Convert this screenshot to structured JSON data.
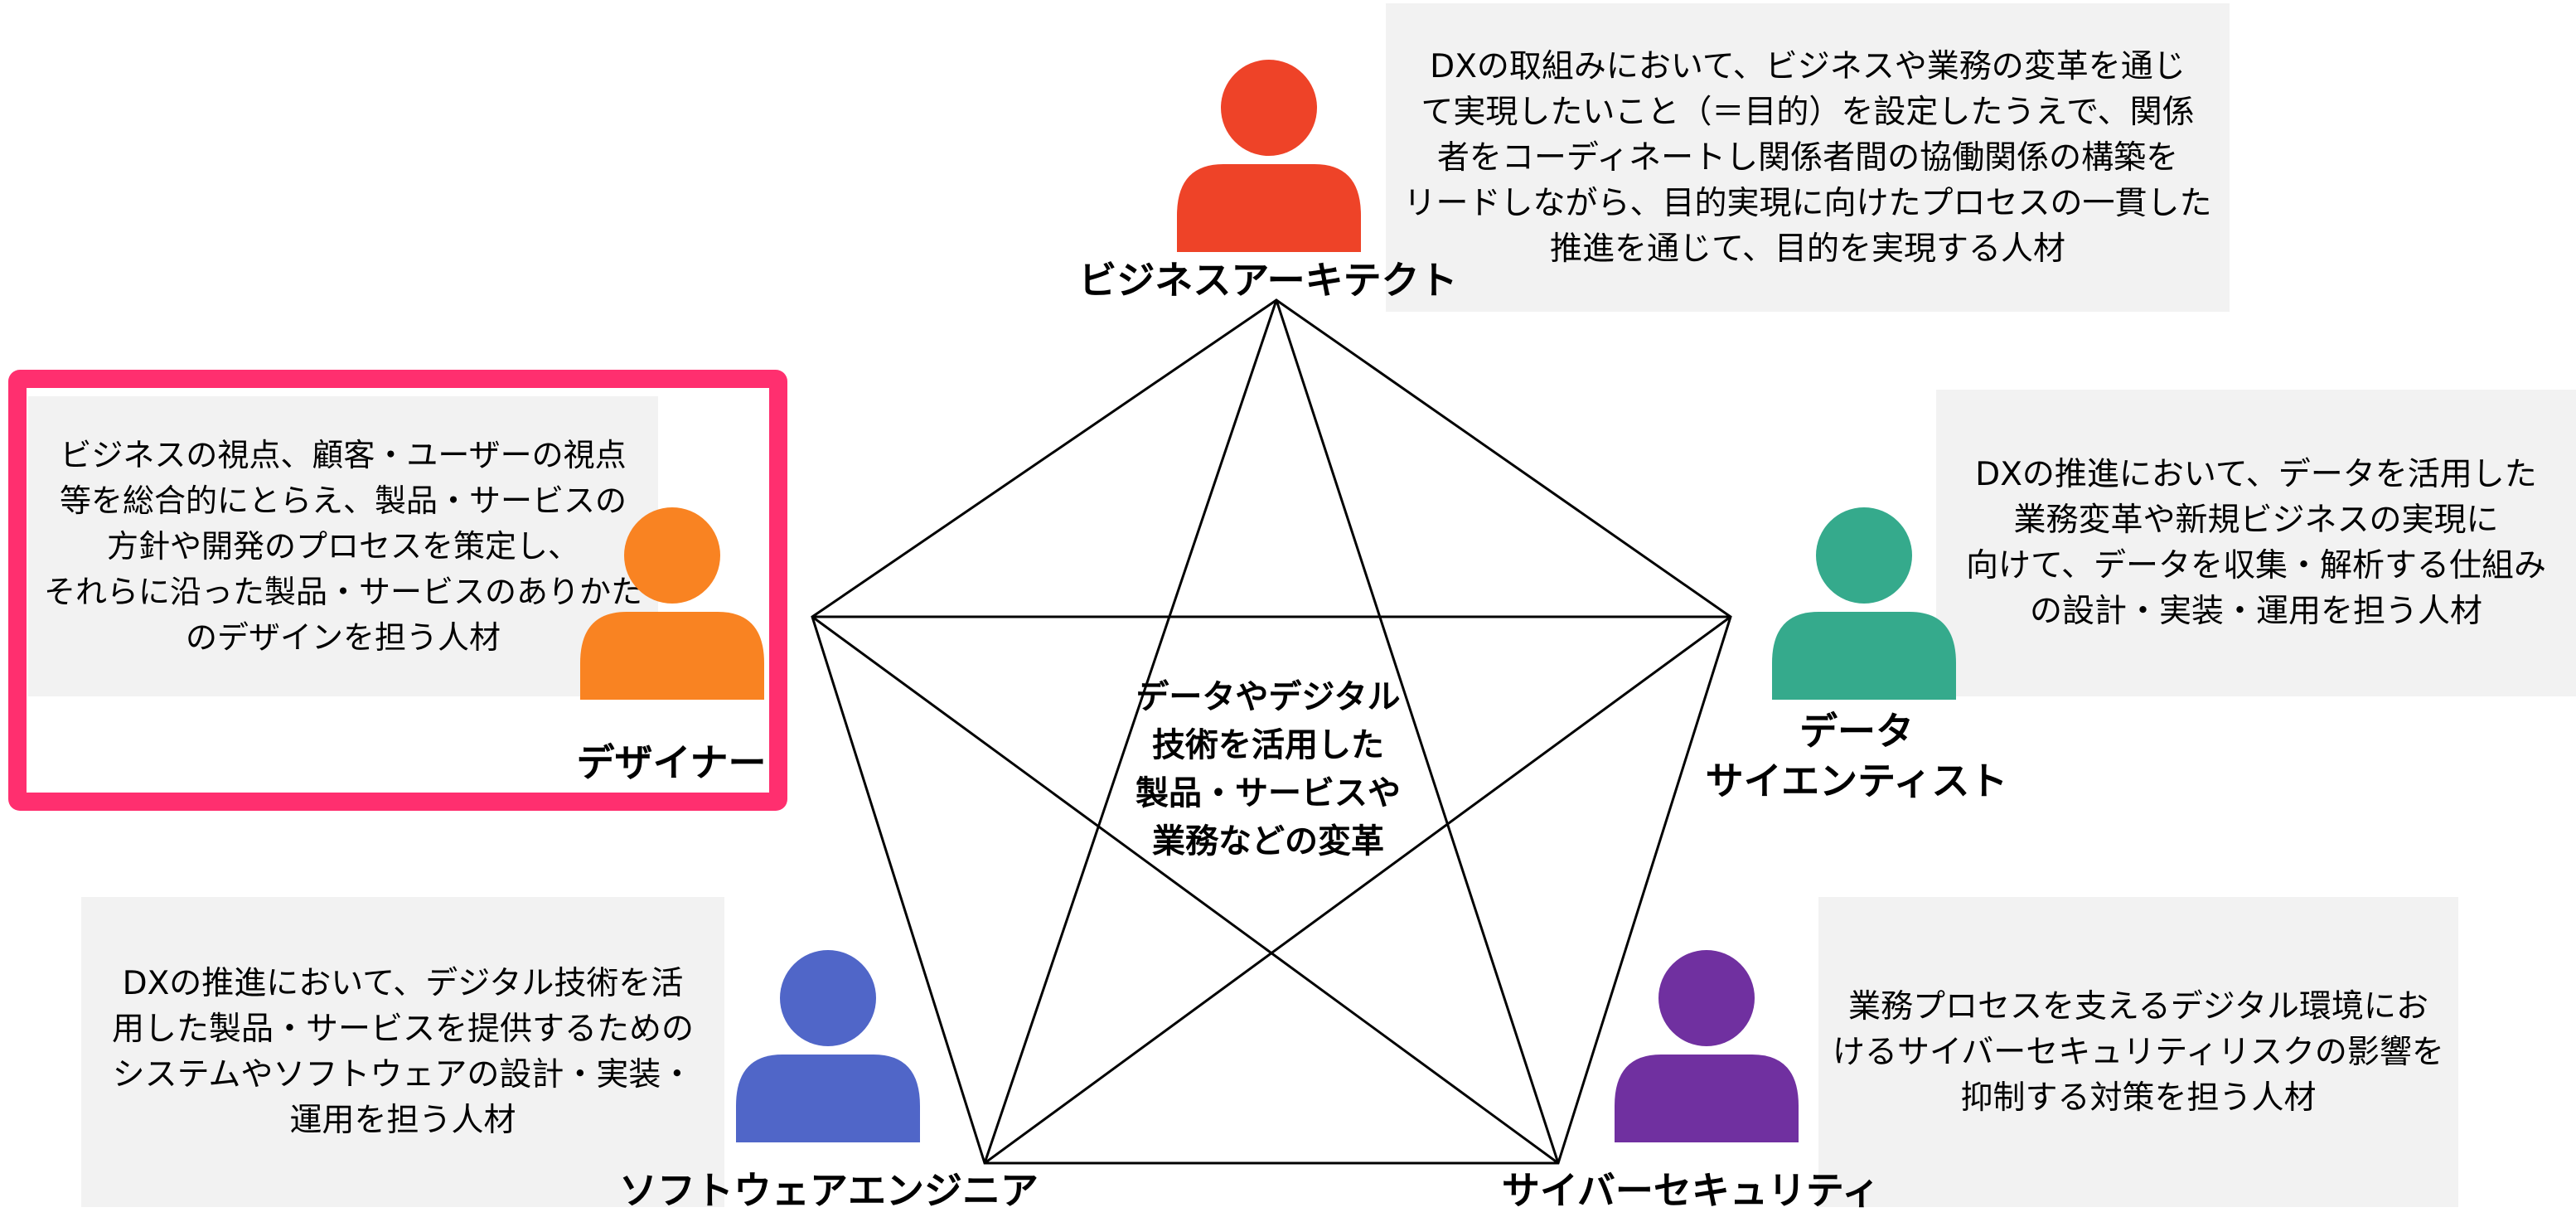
{
  "center": {
    "text": "データやデジタル\n技術を活用した\n製品・サービスや\n業務などの変革"
  },
  "roles": {
    "business_architect": {
      "label": "ビジネスアーキテクト",
      "description": "DXの取組みにおいて、ビジネスや業務の変革を通じ\nて実現したいこと（＝目的）を設定したうえで、関係\n者をコーディネートし関係者間の協働関係の構築を\nリードしながら、目的実現に向けたプロセスの一貫した\n推進を通じて、目的を実現する人材",
      "color": "#ee4328"
    },
    "designer": {
      "label": "デザイナー",
      "description": "ビジネスの視点、顧客・ユーザーの視点\n等を総合的にとらえ、製品・サービスの\n方針や開発のプロセスを策定し、\nそれらに沿った製品・サービスのありかた\nのデザインを担う人材",
      "color": "#f98322"
    },
    "data_scientist": {
      "label": "データ\nサイエンティスト",
      "description": "DXの推進において、データを活用した\n業務変革や新規ビジネスの実現に\n向けて、データを収集・解析する仕組み\nの設計・実装・運用を担う人材",
      "color": "#35aa8c"
    },
    "software_engineer": {
      "label": "ソフトウェアエンジニア",
      "description": "DXの推進において、デジタル技術を活\n用した製品・サービスを提供するための\nシステムやソフトウェアの設計・実装・\n運用を担う人材",
      "color": "#5066c8"
    },
    "cybersecurity": {
      "label": "サイバーセキュリティ",
      "description": "業務プロセスを支えるデジタル環境にお\nけるサイバーセキュリティリスクの影響を\n抑制する対策を担う人材",
      "color": "#7030a0"
    }
  },
  "highlight": {
    "color": "#ff2f6f"
  },
  "box_color": "#f2f2f2"
}
